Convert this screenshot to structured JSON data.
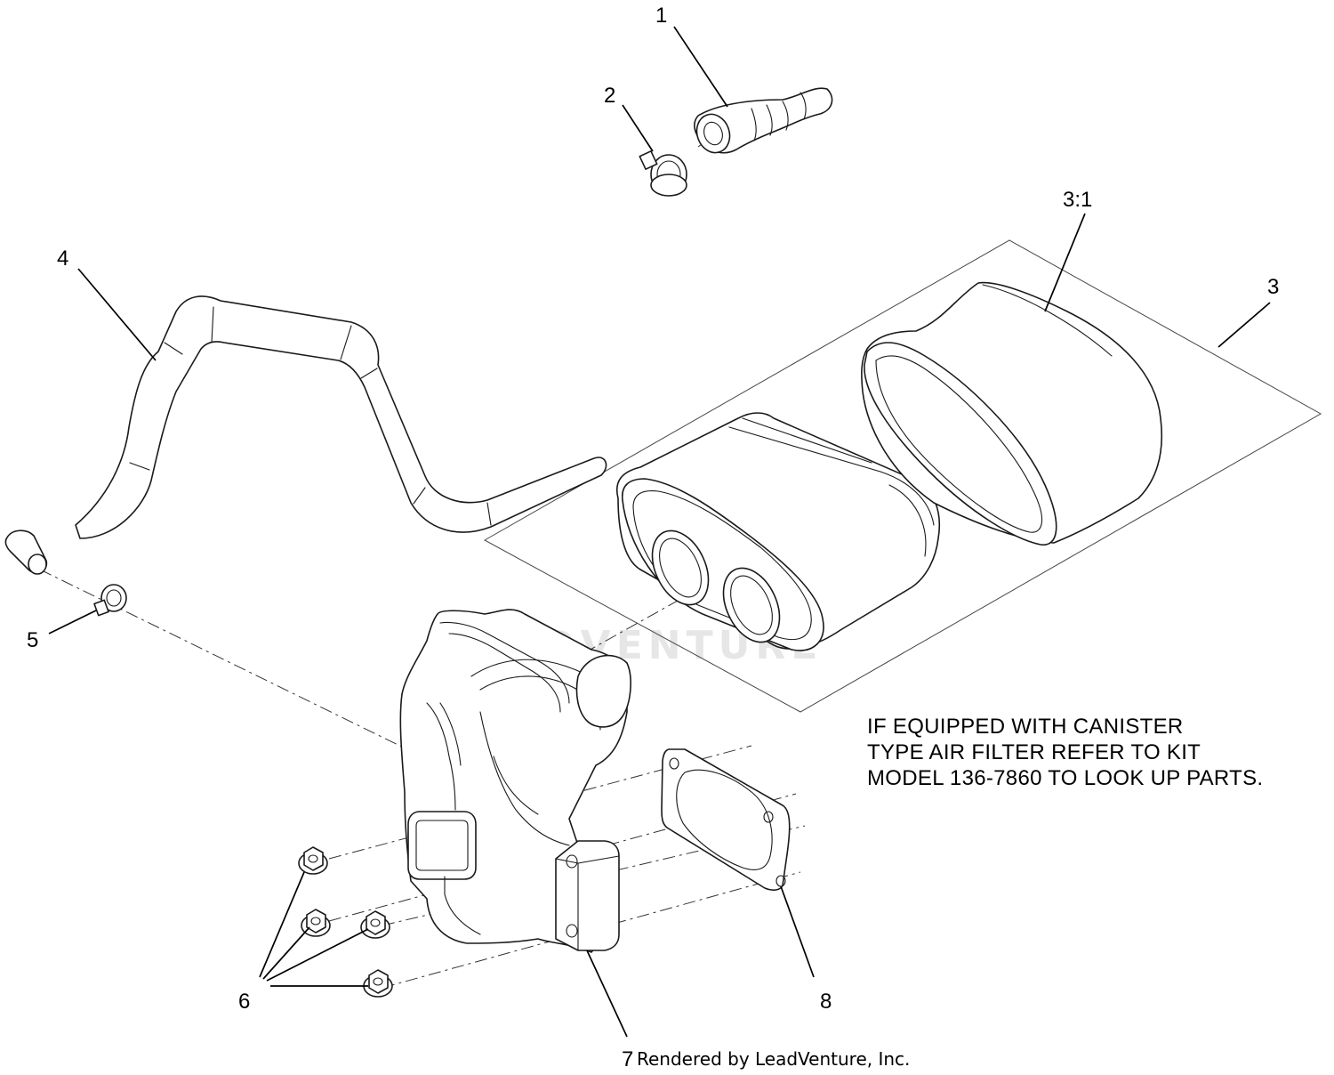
{
  "callouts": {
    "c1": "1",
    "c2": "2",
    "c3": "3",
    "c3_1": "3:1",
    "c4": "4",
    "c5": "5",
    "c6": "6",
    "c7": "7",
    "c8": "8"
  },
  "note": {
    "line1": "IF EQUIPPED WITH CANISTER",
    "line2": "TYPE AIR FILTER REFER TO KIT",
    "line3": "MODEL 136-7860 TO LOOK UP PARTS."
  },
  "credit": "Rendered by LeadVenture, Inc.",
  "watermark": "LEADVENTURE"
}
